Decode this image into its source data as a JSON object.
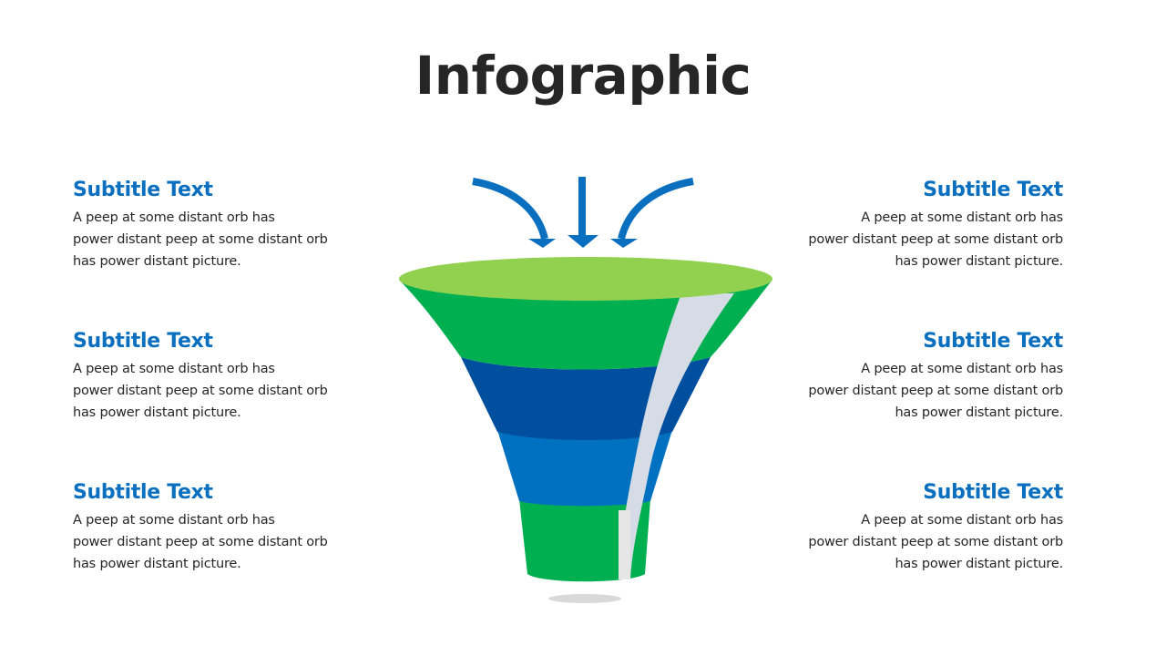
{
  "title": "Infographic",
  "colors": {
    "accent_blue": "#0a6fbf",
    "dark_blue": "#004f9f",
    "mid_blue": "#0070c0",
    "green": "#00b050",
    "light_green": "#92d050",
    "arrow_blue": "#0a6fbf",
    "highlight_grey": "#d6dce5",
    "title_text": "#262626"
  },
  "left_blocks": [
    {
      "subtitle": "Subtitle Text",
      "lines": [
        "A peep at some distant orb has",
        "power distant peep at some distant orb",
        "has power distant picture."
      ]
    },
    {
      "subtitle": "Subtitle Text",
      "lines": [
        "A peep at some distant orb has",
        "power distant peep at some distant orb",
        "has power distant picture."
      ]
    },
    {
      "subtitle": "Subtitle Text",
      "lines": [
        "A peep at some distant orb has",
        "power distant peep at some distant orb",
        "has power distant picture."
      ]
    }
  ],
  "right_blocks": [
    {
      "subtitle": "Subtitle Text",
      "lines": [
        "A peep at some distant orb has",
        "power distant peep at some distant orb",
        "has power distant picture."
      ]
    },
    {
      "subtitle": "Subtitle Text",
      "lines": [
        "A peep at some distant orb has",
        "power distant peep at some distant orb",
        "has power distant picture."
      ]
    },
    {
      "subtitle": "Subtitle Text",
      "lines": [
        "A peep at some distant orb has",
        "power distant peep at some distant orb",
        "has power distant picture."
      ]
    }
  ],
  "funnel": {
    "icons": [
      "arrow-curved-right-down-icon",
      "arrow-down-icon",
      "arrow-curved-left-down-icon"
    ]
  }
}
